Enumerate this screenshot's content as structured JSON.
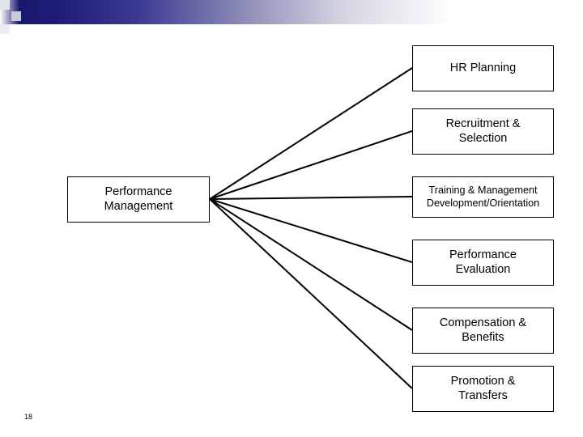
{
  "slide": {
    "number": "18",
    "source_node": {
      "lines": [
        "Performance",
        "Management"
      ]
    },
    "targets": [
      {
        "lines": [
          "HR Planning"
        ]
      },
      {
        "lines": [
          "Recruitment &",
          "Selection"
        ]
      },
      {
        "lines": [
          "Training & Management",
          "Development/Orientation"
        ]
      },
      {
        "lines": [
          "Performance",
          "Evaluation"
        ]
      },
      {
        "lines": [
          "Compensation &",
          "Benefits"
        ]
      },
      {
        "lines": [
          "Promotion &",
          "Transfers"
        ]
      }
    ],
    "colors": {
      "line": "#000000",
      "box_border": "#000000",
      "background": "#ffffff",
      "band_dark": "#18186e",
      "band_light": "#ffffff"
    }
  }
}
